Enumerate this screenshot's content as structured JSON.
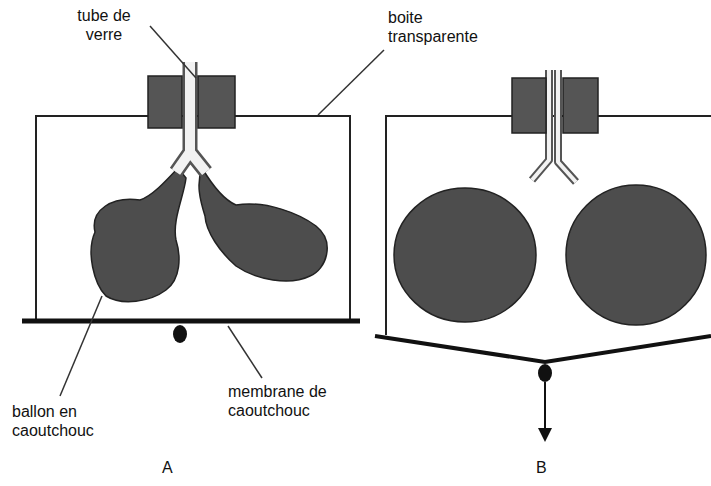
{
  "diagram": {
    "labels": [
      "tube de verre",
      "boite transparente",
      "ballon en caoutchouc",
      "membrane de caoutchouc",
      "A",
      "B"
    ]
  }
}
